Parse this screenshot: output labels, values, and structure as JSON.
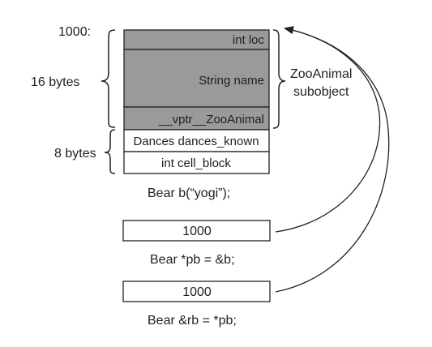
{
  "labels": {
    "address": "1000:",
    "sixteen_bytes": "16 bytes",
    "eight_bytes": "8 bytes",
    "subobject_line1": "ZooAnimal",
    "subobject_line2": "subobject"
  },
  "object_layout": {
    "fields": [
      {
        "label": "int loc",
        "shaded": true
      },
      {
        "label": "String name",
        "shaded": true
      },
      {
        "label": "__vptr__ZooAnimal",
        "shaded": true
      },
      {
        "label": "Dances dances_known",
        "shaded": false
      },
      {
        "label": "int cell_block",
        "shaded": false
      }
    ],
    "caption": "Bear b(“yogi”);"
  },
  "pointer": {
    "value": "1000",
    "caption": "Bear *pb = &b;"
  },
  "reference": {
    "value": "1000",
    "caption": "Bear &rb = *pb;"
  },
  "colors": {
    "shaded_fill": "#9a9a9a",
    "white_fill": "#ffffff",
    "stroke": "#222222"
  }
}
